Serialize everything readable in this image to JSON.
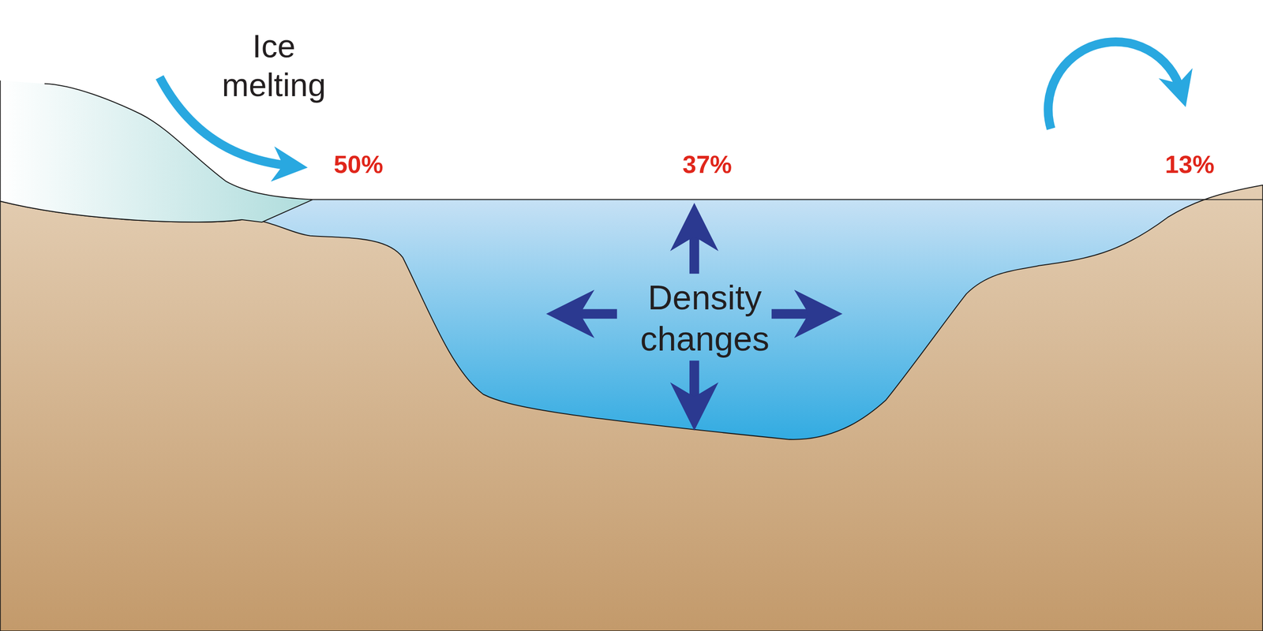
{
  "diagram": {
    "labels": [
      "Ice melting",
      "50%",
      "37%",
      "Density changes",
      "13%"
    ]
  }
}
